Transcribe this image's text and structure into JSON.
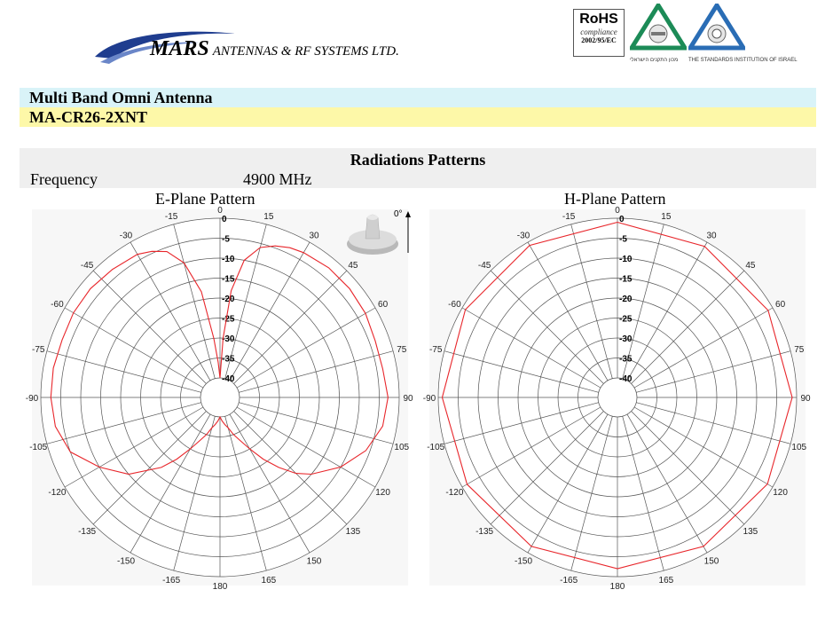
{
  "header": {
    "company_bold": "MARS",
    "company_rest": "ANTENNAS & RF SYSTEMS LTD.",
    "rohs": {
      "line1": "RoHS",
      "line2": "compliance",
      "line3": "2002/95/EC"
    },
    "cert1_caption": "מכון התקנים הישראלי",
    "cert2_caption": "THE STANDARDS INSTITUTION OF ISRAEL"
  },
  "product": {
    "name": "Multi Band Omni Antenna",
    "model": "MA-CR26-2XNT"
  },
  "section_title": "Radiations Patterns",
  "frequency": {
    "label": "Frequency",
    "value": "4900 MHz"
  },
  "colors": {
    "trace": "#e8262b",
    "grid": "#555555",
    "bar_cyan": "#d9f3f8",
    "bar_yellow": "#fdf8a8",
    "section_bg": "#efefef"
  },
  "chart_data": [
    {
      "type": "polar-line",
      "title": "E-Plane Pattern",
      "radial_ticks": [
        0,
        -5,
        -10,
        -15,
        -20,
        -25,
        -30,
        -35,
        -40
      ],
      "rlim": [
        -40,
        0
      ],
      "angle_labels": [
        "0",
        "15",
        "30",
        "45",
        "60",
        "75",
        "90",
        "105",
        "120",
        "135",
        "150",
        "165",
        "180",
        "-165",
        "-150",
        "-135",
        "-120",
        "-105",
        "-90",
        "-75",
        "-60",
        "-45",
        "-30",
        "-15"
      ],
      "inset_label": "0°",
      "series": [
        {
          "angles": [
            0,
            3,
            6,
            10,
            15,
            20,
            25,
            30,
            40,
            50,
            60,
            70,
            80,
            90,
            100,
            110,
            120,
            130,
            135,
            140,
            145,
            150,
            155,
            160,
            165,
            170,
            175,
            180,
            185,
            190,
            195,
            200,
            205,
            210,
            215,
            220,
            230,
            240,
            250,
            260,
            270,
            280,
            290,
            300,
            310,
            320,
            330,
            335,
            340,
            345,
            350,
            354,
            357,
            360
          ],
          "values": [
            -40,
            -30,
            -18,
            -10,
            -6,
            -4.5,
            -3.5,
            -3,
            -2.5,
            -2.5,
            -2.8,
            -3.5,
            -3.5,
            -2.8,
            -3.5,
            -6,
            -10,
            -15,
            -18,
            -22,
            -26,
            -30,
            -33,
            -35,
            -37,
            -38,
            -39,
            -40,
            -39,
            -38,
            -37,
            -35,
            -33,
            -30,
            -26,
            -22,
            -15,
            -10,
            -5,
            -3,
            -2.5,
            -2.5,
            -2.8,
            -2.5,
            -2.5,
            -3,
            -3.5,
            -4.5,
            -6,
            -10,
            -18,
            -30,
            -36,
            -40
          ]
        }
      ]
    },
    {
      "type": "polar-line",
      "title": "H-Plane Pattern",
      "radial_ticks": [
        0,
        -5,
        -10,
        -15,
        -20,
        -25,
        -30,
        -35,
        -40
      ],
      "rlim": [
        -40,
        0
      ],
      "angle_labels": [
        "0",
        "15",
        "30",
        "45",
        "60",
        "75",
        "90",
        "105",
        "120",
        "135",
        "150",
        "165",
        "180",
        "-165",
        "-150",
        "-135",
        "-120",
        "-105",
        "-90",
        "-75",
        "-60",
        "-45",
        "-30",
        "-15"
      ],
      "series": [
        {
          "angles": [
            0,
            30,
            60,
            90,
            120,
            150,
            180,
            210,
            240,
            270,
            300,
            330,
            360
          ],
          "values": [
            -1,
            -1.2,
            -1.3,
            -1.1,
            -1.5,
            -1.8,
            -2,
            -1.8,
            -1.4,
            -1.0,
            -0.9,
            -0.9,
            -1
          ]
        }
      ]
    }
  ]
}
